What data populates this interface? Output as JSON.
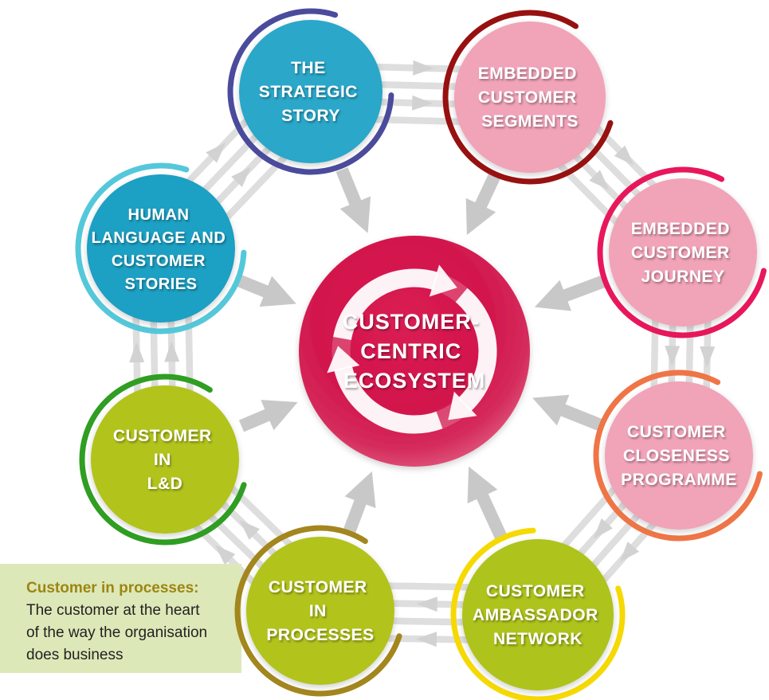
{
  "diagram": {
    "type": "ecosystem-cycle-diagram",
    "center": {
      "id": "customer-centric-ecosystem",
      "lines": [
        "CUSTOMER-",
        "CENTRIC",
        "ECOSYSTEM"
      ],
      "fill": "#d2164c"
    },
    "nodes": [
      {
        "id": "the-strategic-story",
        "lines": [
          "THE",
          "STRATEGIC",
          "STORY"
        ],
        "fill": "#29a7c9",
        "arc": "#4b4b9d"
      },
      {
        "id": "embedded-customer-segments",
        "lines": [
          "EMBEDDED",
          "CUSTOMER",
          "SEGMENTS"
        ],
        "fill": "#f1a3b8",
        "arc": "#971110"
      },
      {
        "id": "embedded-customer-journey",
        "lines": [
          "EMBEDDED",
          "CUSTOMER",
          "JOURNEY"
        ],
        "fill": "#f1a3b8",
        "arc": "#e8175b"
      },
      {
        "id": "customer-closeness-programme",
        "lines": [
          "CUSTOMER",
          "CLOSENESS",
          "PROGRAMME"
        ],
        "fill": "#f1a3b8",
        "arc": "#ef7546"
      },
      {
        "id": "customer-ambassador-network",
        "lines": [
          "CUSTOMER",
          "AMBASSADOR",
          "NETWORK"
        ],
        "fill": "#aec31c",
        "arc": "#f6d903"
      },
      {
        "id": "customer-in-processes",
        "lines": [
          "CUSTOMER",
          "IN",
          "PROCESSES"
        ],
        "fill": "#b2c31c",
        "arc": "#a3861d"
      },
      {
        "id": "customer-in-ld",
        "lines": [
          "CUSTOMER",
          "IN",
          "L&D"
        ],
        "fill": "#b2c31c",
        "arc": "#2f9e22"
      },
      {
        "id": "human-language-and-customer-stories",
        "lines": [
          "HUMAN",
          "LANGUAGE AND",
          "CUSTOMER",
          "STORIES"
        ],
        "fill": "#1fa0c3",
        "arc": "#54c8da"
      }
    ],
    "flow_direction": "clockwise"
  },
  "caption": {
    "title": "Customer in processes:",
    "lines": [
      "The customer at the heart",
      "of the way the organisation",
      "does business"
    ],
    "bg": "#dde8b8",
    "title_color": "#9c8612"
  },
  "colors": {
    "connector_line": "#dedede",
    "connector_arrow": "#d2d2d2",
    "big_arrow": "#c8c8c8",
    "cycle_swirl": "#ffffff"
  }
}
